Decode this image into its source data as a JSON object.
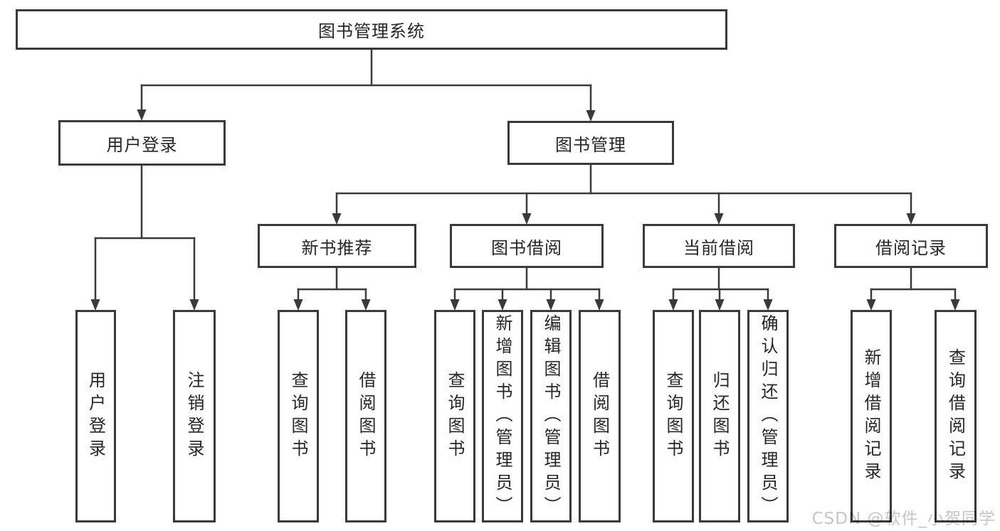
{
  "diagram": {
    "type": "hierarchy-tree",
    "title": "图书管理系统",
    "watermark": "CSDN @软件_小贺同学",
    "colors": {
      "line": "#3a3a3a",
      "text": "#262626",
      "background": "#ffffff",
      "watermark": "#c6c6c6"
    },
    "nodes": {
      "root": {
        "label": "图书管理系统"
      },
      "user_login": {
        "label": "用户登录"
      },
      "book_mgmt": {
        "label": "图书管理"
      },
      "new_book_rec": {
        "label": "新书推荐"
      },
      "book_borrow": {
        "label": "图书借阅"
      },
      "current_borrow": {
        "label": "当前借阅"
      },
      "borrow_record": {
        "label": "借阅记录"
      },
      "uc_login": {
        "label": "用户登录"
      },
      "uc_logout": {
        "label": "注销登录"
      },
      "nb_query": {
        "label": "查询图书"
      },
      "nb_borrow": {
        "label": "借阅图书"
      },
      "bb_query": {
        "label": "查询图书"
      },
      "bb_add": {
        "label": "新增图书（管理员）"
      },
      "bb_edit": {
        "label": "编辑图书（管理员）"
      },
      "bb_borrow": {
        "label": "借阅图书"
      },
      "cb_query": {
        "label": "查询图书"
      },
      "cb_return": {
        "label": "归还图书"
      },
      "cb_confirm": {
        "label": "确认归还（管理员）"
      },
      "br_add": {
        "label": "新增借阅记录"
      },
      "br_query": {
        "label": "查询借阅记录"
      }
    },
    "hierarchy": {
      "图书管理系统": {
        "用户登录": [
          "用户登录",
          "注销登录"
        ],
        "图书管理": {
          "新书推荐": [
            "查询图书",
            "借阅图书"
          ],
          "图书借阅": [
            "查询图书",
            "新增图书（管理员）",
            "编辑图书（管理员）",
            "借阅图书"
          ],
          "当前借阅": [
            "查询图书",
            "归还图书",
            "确认归还（管理员）"
          ],
          "借阅记录": [
            "新增借阅记录",
            "查询借阅记录"
          ]
        }
      }
    }
  }
}
